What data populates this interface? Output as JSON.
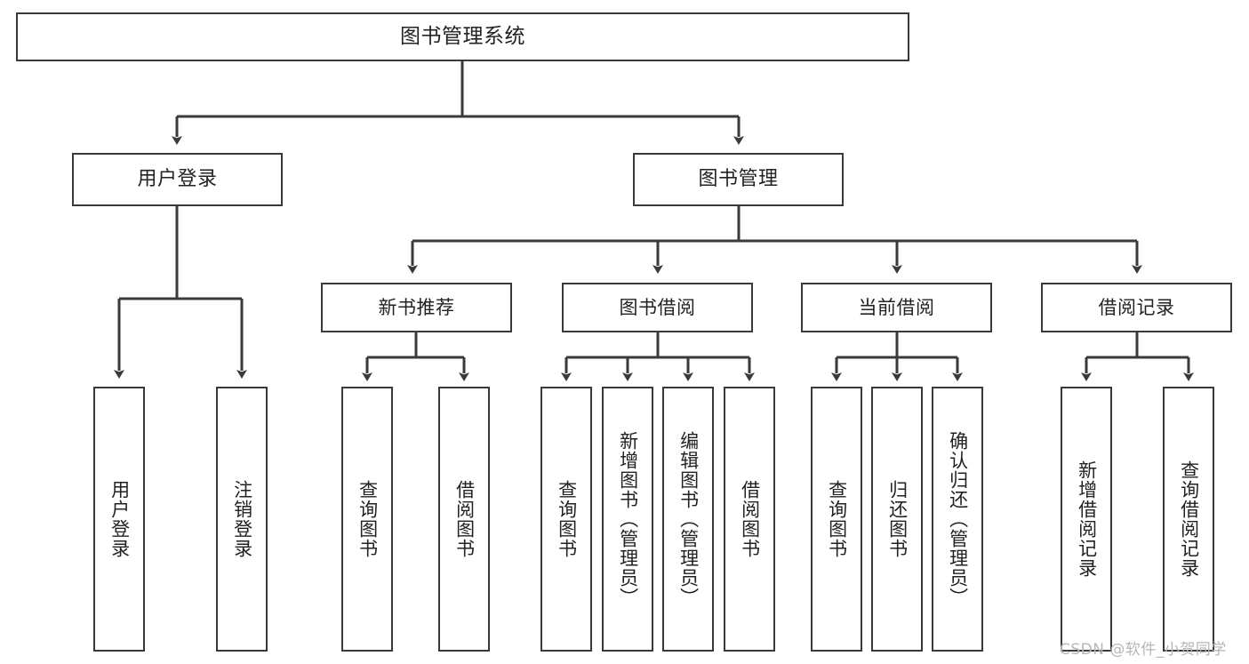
{
  "diagram": {
    "title": "图书管理系统",
    "type": "hierarchy-tree",
    "root": {
      "id": "root",
      "label": "图书管理系统"
    },
    "level2": [
      {
        "id": "user-login",
        "label": "用户登录"
      },
      {
        "id": "book-management",
        "label": "图书管理"
      }
    ],
    "level3": [
      {
        "id": "new-book-recommend",
        "label": "新书推荐"
      },
      {
        "id": "book-borrow",
        "label": "图书借阅"
      },
      {
        "id": "current-borrow",
        "label": "当前借阅"
      },
      {
        "id": "borrow-record",
        "label": "借阅记录"
      }
    ],
    "leaves": [
      {
        "id": "leaf-user-login",
        "label": "用户登录",
        "parent": "user-login"
      },
      {
        "id": "leaf-user-logout",
        "label": "注销登录",
        "parent": "user-login"
      },
      {
        "id": "leaf-query-book-1",
        "label": "查询图书",
        "parent": "new-book-recommend"
      },
      {
        "id": "leaf-borrow-book-1",
        "label": "借阅图书",
        "parent": "new-book-recommend"
      },
      {
        "id": "leaf-query-book-2",
        "label": "查询图书",
        "parent": "book-borrow"
      },
      {
        "id": "leaf-add-book",
        "label": "新增图书（管理员）",
        "parent": "book-borrow"
      },
      {
        "id": "leaf-edit-book",
        "label": "编辑图书（管理员）",
        "parent": "book-borrow"
      },
      {
        "id": "leaf-borrow-book-2",
        "label": "借阅图书",
        "parent": "book-borrow"
      },
      {
        "id": "leaf-query-book-3",
        "label": "查询图书",
        "parent": "current-borrow"
      },
      {
        "id": "leaf-return-book",
        "label": "归还图书",
        "parent": "current-borrow"
      },
      {
        "id": "leaf-confirm-return",
        "label": "确认归还（管理员）",
        "parent": "current-borrow"
      },
      {
        "id": "leaf-add-record",
        "label": "新增借阅记录",
        "parent": "borrow-record"
      },
      {
        "id": "leaf-query-record",
        "label": "查询借阅记录",
        "parent": "borrow-record"
      }
    ]
  },
  "watermark": {
    "text": "CSDN @软件_小贺同学"
  },
  "colors": {
    "border": "#3a3a3a",
    "text": "#222222",
    "background": "#ffffff",
    "connector": "#3a3a3a",
    "watermark": "#b6b6b6"
  }
}
